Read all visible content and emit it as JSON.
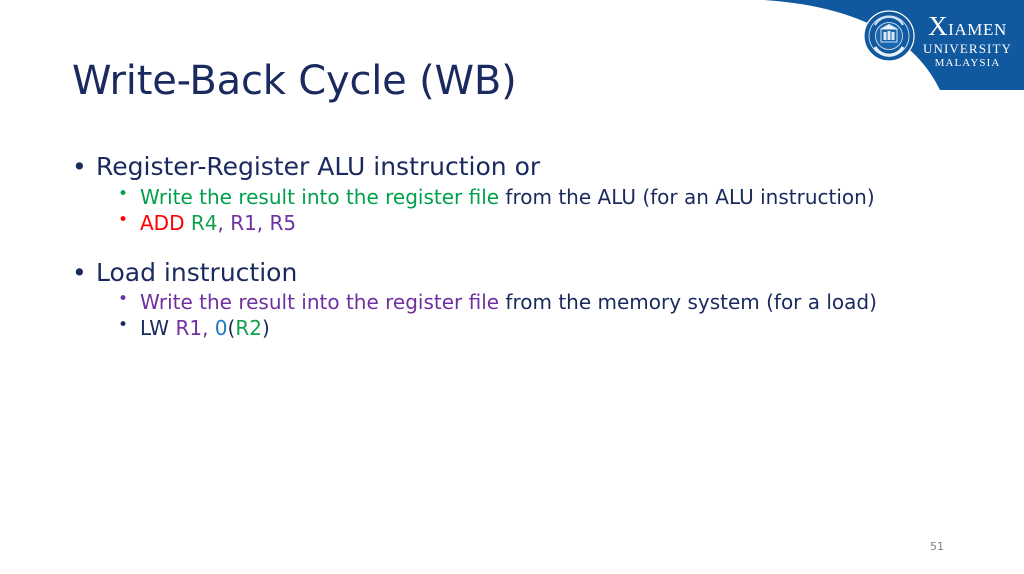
{
  "slide": {
    "title": "Write-Back Cycle (WB)",
    "page_number": "51",
    "title_color": "#1b2a5e"
  },
  "logo": {
    "banner_color": "#11599f",
    "line1_first": "X",
    "line1_rest": "IAMEN",
    "line2": "UNIVERSITY",
    "line3": "MALAYSIA",
    "seal_name": "university-seal-icon"
  },
  "colors": {
    "navy": "#1b2a5e",
    "green": "#00a14b",
    "purple": "#7030a0",
    "red": "#ff0000",
    "blue": "#1f78c8",
    "gray": "#808080"
  },
  "bullets": [
    {
      "level1": "Register-Register ALU instruction or",
      "bullet_char": "•",
      "children": [
        {
          "bullet_char": "•",
          "bullet_color": "green",
          "parts": [
            {
              "text": "Write the result into the register file",
              "color": "green"
            },
            {
              "text": " from the ALU (for an ALU instruction)",
              "color": "navy"
            }
          ]
        },
        {
          "bullet_char": "•",
          "bullet_color": "red",
          "parts": [
            {
              "text": "ADD",
              "color": "red"
            },
            {
              "text": " ",
              "color": "navy"
            },
            {
              "text": "R4",
              "color": "green"
            },
            {
              "text": ",",
              "color": "purple"
            },
            {
              "text": " ",
              "color": "navy"
            },
            {
              "text": "R1, R5",
              "color": "purple"
            }
          ]
        }
      ]
    },
    {
      "level1": "Load instruction",
      "bullet_char": "•",
      "children": [
        {
          "bullet_char": "•",
          "bullet_color": "purple",
          "parts": [
            {
              "text": "Write the result into the register file",
              "color": "purple"
            },
            {
              "text": " from the memory system (for a load)",
              "color": "navy"
            }
          ]
        },
        {
          "bullet_char": "•",
          "bullet_color": "navy",
          "parts": [
            {
              "text": "LW",
              "color": "navy"
            },
            {
              "text": " ",
              "color": "navy"
            },
            {
              "text": "R1",
              "color": "purple"
            },
            {
              "text": ",",
              "color": "purple"
            },
            {
              "text": " ",
              "color": "navy"
            },
            {
              "text": "0",
              "color": "blue"
            },
            {
              "text": "(",
              "color": "navy"
            },
            {
              "text": "R2",
              "color": "green"
            },
            {
              "text": ")",
              "color": "navy"
            }
          ]
        }
      ]
    }
  ]
}
